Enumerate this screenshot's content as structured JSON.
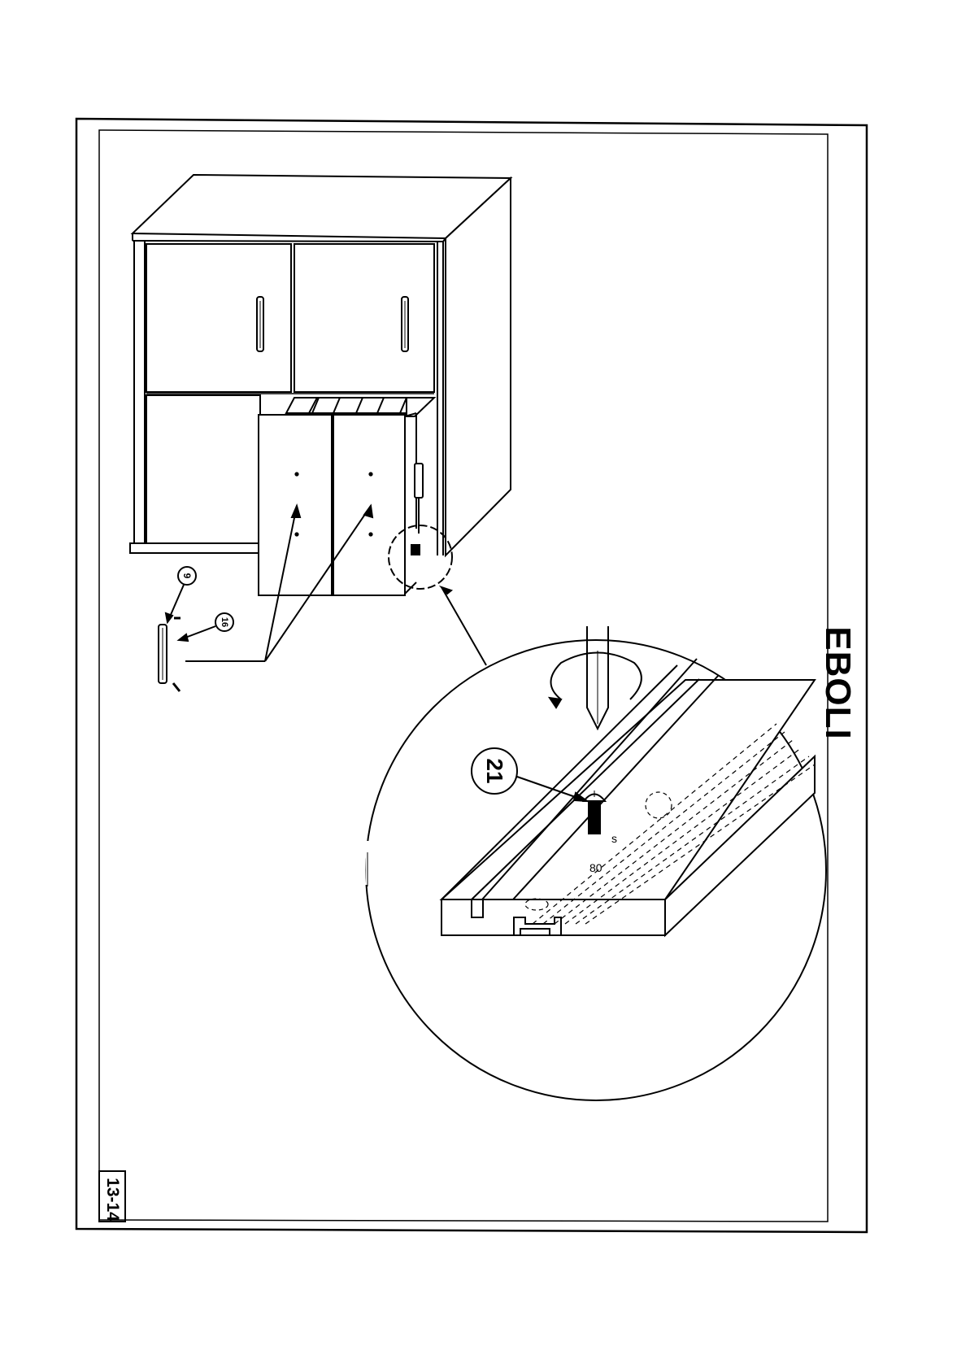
{
  "title": "EBOLI",
  "page_number": "13-14",
  "callouts": {
    "large_screw": "21",
    "handle_part": "9",
    "handle_screw": "16"
  }
}
